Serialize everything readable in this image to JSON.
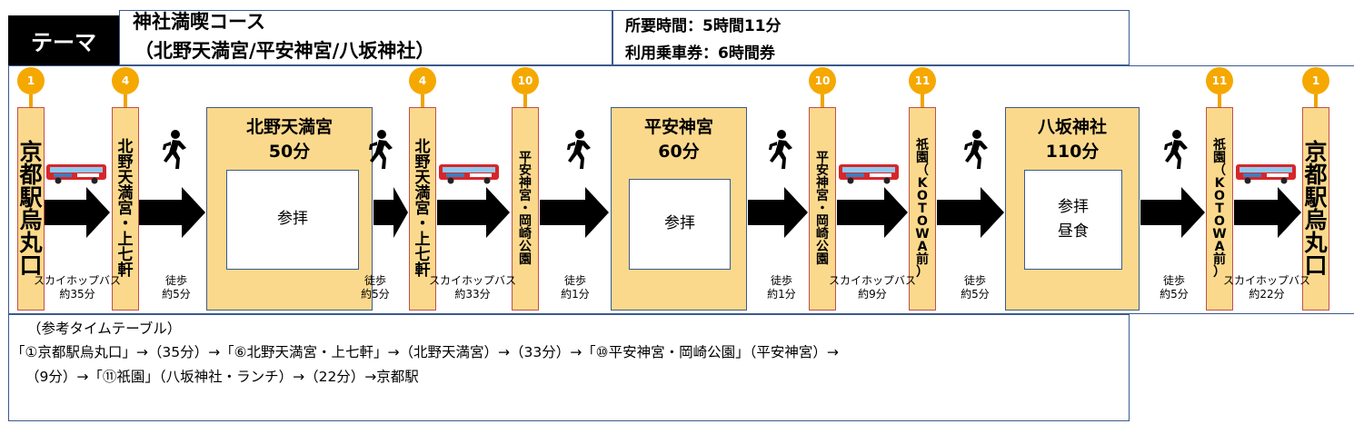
{
  "header": {
    "theme": "テーマ",
    "course_name": "神社満喫コース",
    "course_sub": "（北野天満宮/平安神宮/八坂神社）",
    "required_time": "所要時間：5時間11分",
    "ticket": "利用乗車券：6時間券"
  },
  "stops": [
    {
      "pin": "1",
      "name": [
        "京",
        "都",
        "駅",
        "烏",
        "丸",
        "口"
      ]
    },
    {
      "pin": "4",
      "name": [
        "北",
        "野",
        "天",
        "満",
        "宮",
        "・",
        "上",
        "七",
        "軒"
      ]
    },
    {
      "pin": "4",
      "name": [
        "北",
        "野",
        "天",
        "満",
        "宮",
        "・",
        "上",
        "七",
        "軒"
      ]
    },
    {
      "pin": "10",
      "name": [
        "平",
        "安",
        "神",
        "宮",
        "・",
        "岡",
        "崎",
        "公",
        "園"
      ]
    },
    {
      "pin": "10",
      "name": [
        "平",
        "安",
        "神",
        "宮",
        "・",
        "岡",
        "崎",
        "公",
        "園"
      ]
    },
    {
      "pin": "11",
      "name": [
        "祇",
        "園",
        "（",
        "K",
        "O",
        "T",
        "O",
        "W",
        "A",
        "前",
        "）"
      ]
    },
    {
      "pin": "11",
      "name": [
        "祇",
        "園",
        "（",
        "K",
        "O",
        "T",
        "O",
        "W",
        "A",
        "前",
        "）"
      ]
    },
    {
      "pin": "1",
      "name": [
        "京",
        "都",
        "駅",
        "烏",
        "丸",
        "口"
      ]
    }
  ],
  "destinations": [
    {
      "name": "北野天満宮",
      "duration": "50分",
      "activity": "参拝"
    },
    {
      "name": "平安神宮",
      "duration": "60分",
      "activity": "参拝"
    },
    {
      "name": "八坂神社",
      "duration": "110分",
      "activity_1": "参拝",
      "activity_2": "昼食"
    }
  ],
  "legs": [
    {
      "mode": "スカイホップバス",
      "time": "約35分"
    },
    {
      "mode": "徒歩",
      "time": "約5分"
    },
    {
      "mode": "徒歩",
      "time": "約5分"
    },
    {
      "mode": "スカイホップバス",
      "time": "約33分"
    },
    {
      "mode": "徒歩",
      "time": "約1分"
    },
    {
      "mode": "徒歩",
      "time": "約1分"
    },
    {
      "mode": "スカイホップバス",
      "time": "約9分"
    },
    {
      "mode": "徒歩",
      "time": "約5分"
    },
    {
      "mode": "徒歩",
      "time": "約5分"
    },
    {
      "mode": "スカイホップバス",
      "time": "約22分"
    }
  ],
  "timetable": {
    "title": "（参考タイムテーブル）",
    "line1": "「①京都駅烏丸口」→（35分）→「⑥北野天満宮・上七軒」→（北野天満宮）→（33分）→「⑩平安神宮・岡崎公園」（平安神宮）→",
    "line2": "（9分）→「⑪祇園」（八坂神社・ランチ）→（22分）→京都駅"
  },
  "colors": {
    "stop_fill": "#fbd98c",
    "stop_border": "#c0504d",
    "frame_border": "#3c5a8c",
    "pin": "#f5a800",
    "arrow": "#000000"
  }
}
